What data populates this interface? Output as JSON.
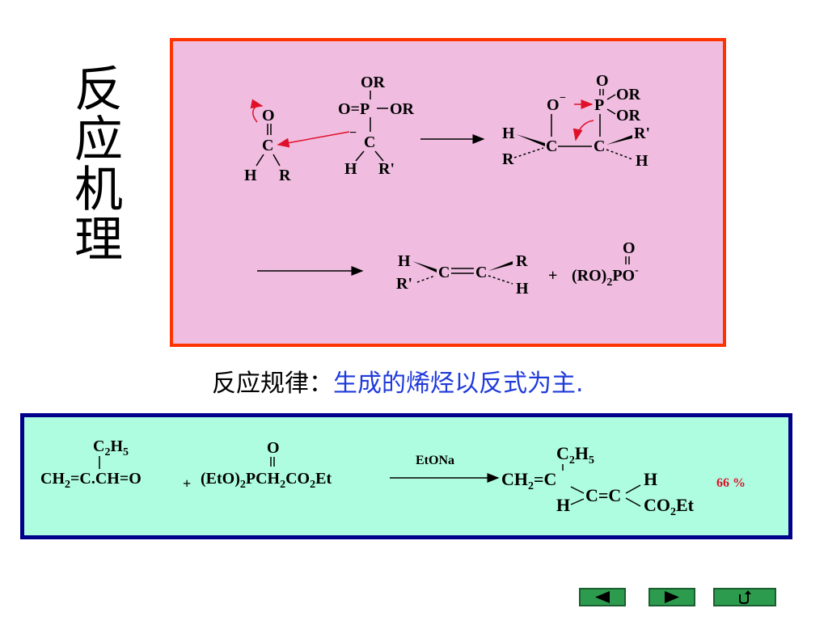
{
  "title_chars": [
    "反",
    "应",
    "机",
    "理"
  ],
  "rule": {
    "label": "反应规律：",
    "text": "生成的烯烃以反式为主."
  },
  "mechanism": {
    "aldehyde": {
      "o": "O",
      "c": "C",
      "h": "H",
      "r": "R"
    },
    "ylide": {
      "or_top": "OR",
      "o_eq_p": "O=P",
      "or_right": "OR",
      "minus": "−",
      "c": "C",
      "h": "H",
      "r_prime": "R'"
    },
    "intermediate": {
      "o_dbl": "O",
      "o_minus": "O",
      "minus": "−",
      "p": "P",
      "or1": "OR",
      "or2": "OR",
      "h_left": "H",
      "r_left": "R",
      "c_left": "C",
      "c_right": "C",
      "r_prime": "R'",
      "h_right": "H"
    },
    "product": {
      "h": "H",
      "r_prime": "R'",
      "c1": "C",
      "c2": "C",
      "r": "R",
      "h2": "H",
      "plus": "+",
      "o_dbl": "O",
      "phosphate_a": "(RO)",
      "phosphate_sub": "2",
      "phosphate_b": "PO",
      "phosphate_sup": "-"
    }
  },
  "example": {
    "substrate": {
      "ethyl_c": "C",
      "ethyl_c_sub": "2",
      "ethyl_h": "H",
      "ethyl_h_sub": "5",
      "ch2": "CH",
      "ch2_sub": "2",
      "rest": "=C.CH=O"
    },
    "plus": "+",
    "reagent": {
      "o_dbl": "O",
      "p1": "(EtO)",
      "p1_sub": "2",
      "p2": "PCH",
      "p2_sub": "2",
      "p3": "CO",
      "p3_sub": "2",
      "p4": "Et"
    },
    "condition": "EtONa",
    "product": {
      "ethyl_c": "C",
      "ethyl_c_sub": "2",
      "ethyl_h": "H",
      "ethyl_h_sub": "5",
      "ch2": "CH",
      "ch2_sub": "2",
      "c_end": "=C",
      "h_left": "H",
      "cc": "C=C",
      "h_right": "H",
      "co2": "CO",
      "co2_sub": "2",
      "et": "Et"
    },
    "yield": "66 %"
  },
  "nav": [
    {
      "name": "prev-button",
      "icon": "triangle-left-icon"
    },
    {
      "name": "next-button",
      "icon": "triangle-right-icon"
    },
    {
      "name": "return-button",
      "icon": "return-arrow-icon"
    }
  ],
  "colors": {
    "mechanism_border": "#ff3300",
    "mechanism_bg": "#f0bde0",
    "example_border": "#00008b",
    "example_bg": "#aefde0",
    "highlight_text": "#1f3adb",
    "arrow_red": "#e0102a",
    "yield_red": "#e0102a",
    "nav_green": "#2d9b4e"
  }
}
